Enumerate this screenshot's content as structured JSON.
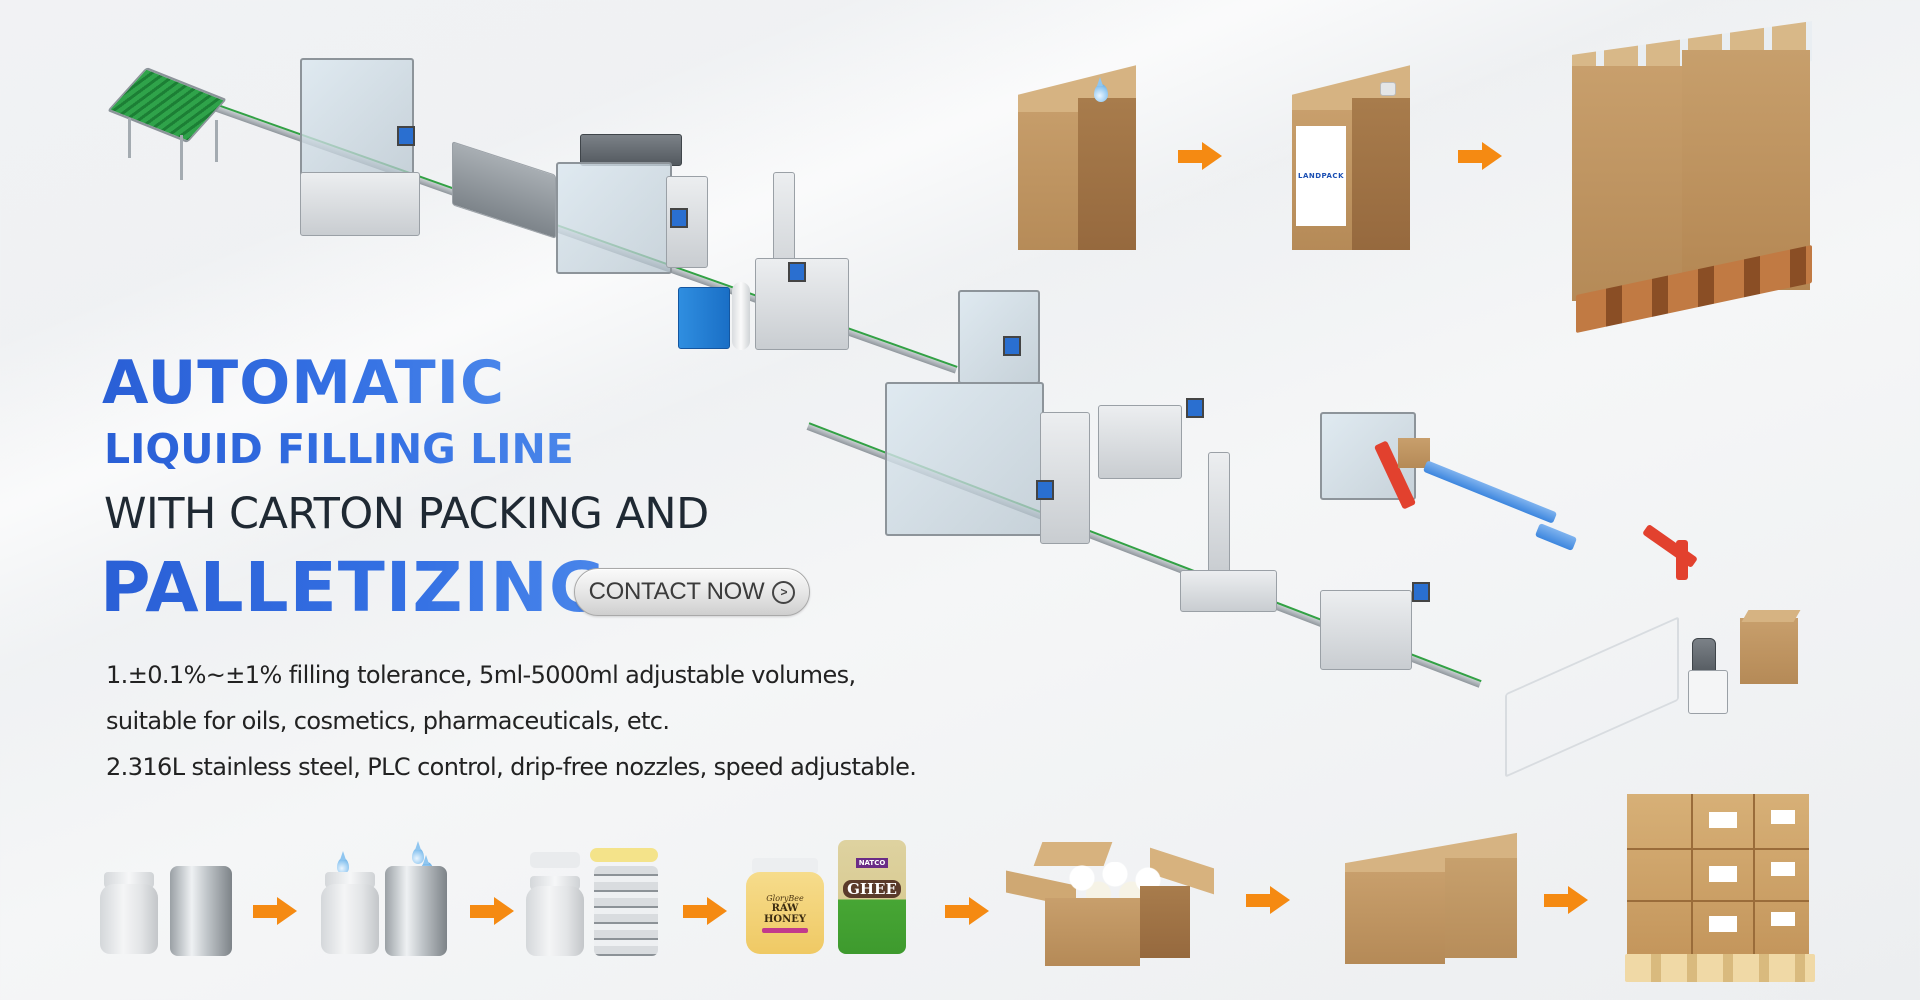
{
  "headline": {
    "line1": "AUTOMATIC",
    "line2": "LIQUID FILLING LINE",
    "line3": "WITH CARTON PACKING AND",
    "line4": "PALLETIZING"
  },
  "cta": {
    "label": "CONTACT NOW",
    "icon": "circle-chevron-right-icon"
  },
  "features": [
    "1.±0.1%~±1% filling tolerance, 5ml-5000ml adjustable volumes,",
    "suitable for oils, cosmetics, pharmaceuticals, etc.",
    "2.316L stainless steel, PLC control, drip-free nozzles, speed adjustable."
  ],
  "colors": {
    "headline_blue": "#2f66dc",
    "body_text": "#222222",
    "arrow_orange": "#f58a12",
    "cardboard": "#c89f6c"
  },
  "top_process": {
    "steps": [
      "filling-carton-with-drop",
      "capped-labeled-carton",
      "palletized-cartons"
    ],
    "label_text": "LANDPACK"
  },
  "bottom_process": {
    "steps": [
      "empty-bottle-and-can",
      "filling-bottle-and-can",
      "capping-bottle-and-can",
      "labeled-products",
      "open-carton-with-jars",
      "sealed-carton",
      "palletized-cartons"
    ],
    "product_labels": {
      "honey_brand": "GloryBee",
      "honey_name": "RAW HONEY",
      "ghee_brand": "NATCO",
      "ghee_name": "GHEE"
    }
  }
}
